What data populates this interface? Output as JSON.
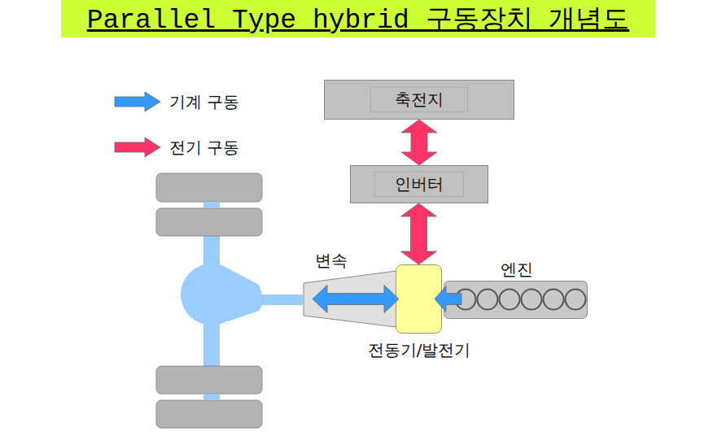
{
  "diagram": {
    "title": "Parallel Type hybrid 구동장치 개념도",
    "nodes": [
      {
        "text": [
          "축전지"
        ]
      },
      {
        "text": [
          "인버터"
        ]
      },
      {
        "text": [
          "변속"
        ]
      },
      {
        "text": [
          "전동기/발전기"
        ]
      },
      {
        "text": [
          "엔진"
        ]
      }
    ],
    "edges": [
      {
        "from": 0,
        "to": 1,
        "arrow": "both"
      },
      {
        "from": 1,
        "to": 3,
        "arrow": "both"
      },
      {
        "from": 2,
        "to": 3,
        "arrow": "both"
      },
      {
        "from": 4,
        "to": 3,
        "arrow": "to"
      }
    ],
    "legend": [
      {
        "text": "기계 구동",
        "color": "#3399ff"
      },
      {
        "text": "전기 구동",
        "color": "#ff3366"
      }
    ]
  }
}
